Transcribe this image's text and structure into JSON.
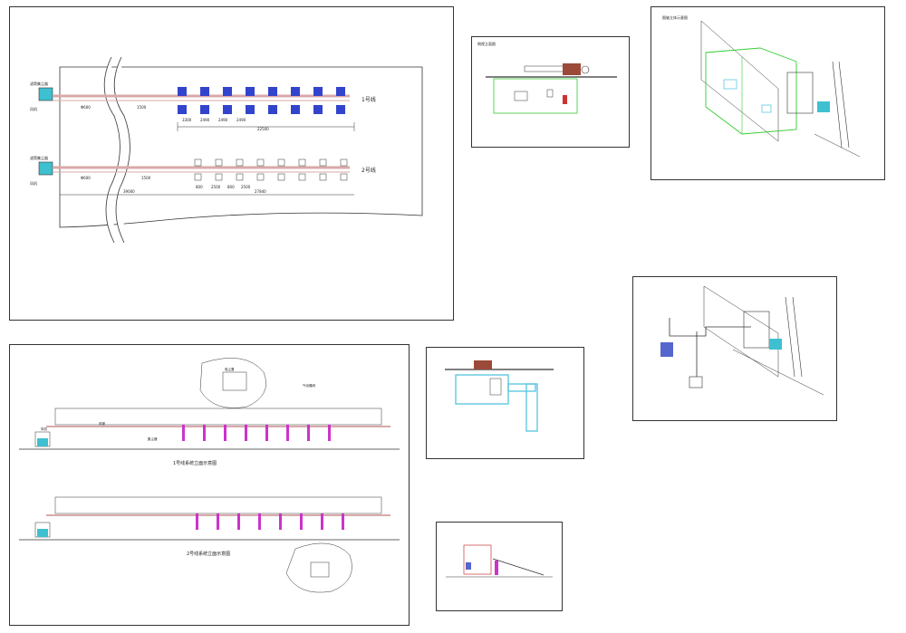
{
  "colors": {
    "line": "#333333",
    "duct": "#d9a9a9",
    "fan_box": "#3ec0d0",
    "station": "#3344cc",
    "collector": "#9b4a3a",
    "green_frame": "#33cc33",
    "cyan_duct": "#5fc8e0",
    "magenta": "#cc33cc"
  },
  "plan_view": {
    "line1_label": "1号线",
    "line2_label": "2号线",
    "fan_label": "风机",
    "filter_label": "滤筒集尘器",
    "dims_line1": [
      "3300",
      "2490",
      "2490",
      "2490",
      "22500",
      "1500",
      "Φ600"
    ],
    "dims_line2": [
      "800",
      "2500",
      "800",
      "2500",
      "39000",
      "1500",
      "27840",
      "Φ600"
    ]
  },
  "elevation_view": {
    "line1_caption": "1号线系统立面示意图",
    "line2_caption": "2号线系统立面示意图",
    "labels": [
      "风机",
      "集尘器",
      "吸尘罩",
      "风管",
      "气动蝶阀"
    ]
  },
  "sections": {
    "section_a_title": "侧视立面图",
    "section_b_title": "",
    "section_c_title": ""
  },
  "isometric": {
    "top_title": "图轴立体示意图",
    "bottom_title": ""
  }
}
